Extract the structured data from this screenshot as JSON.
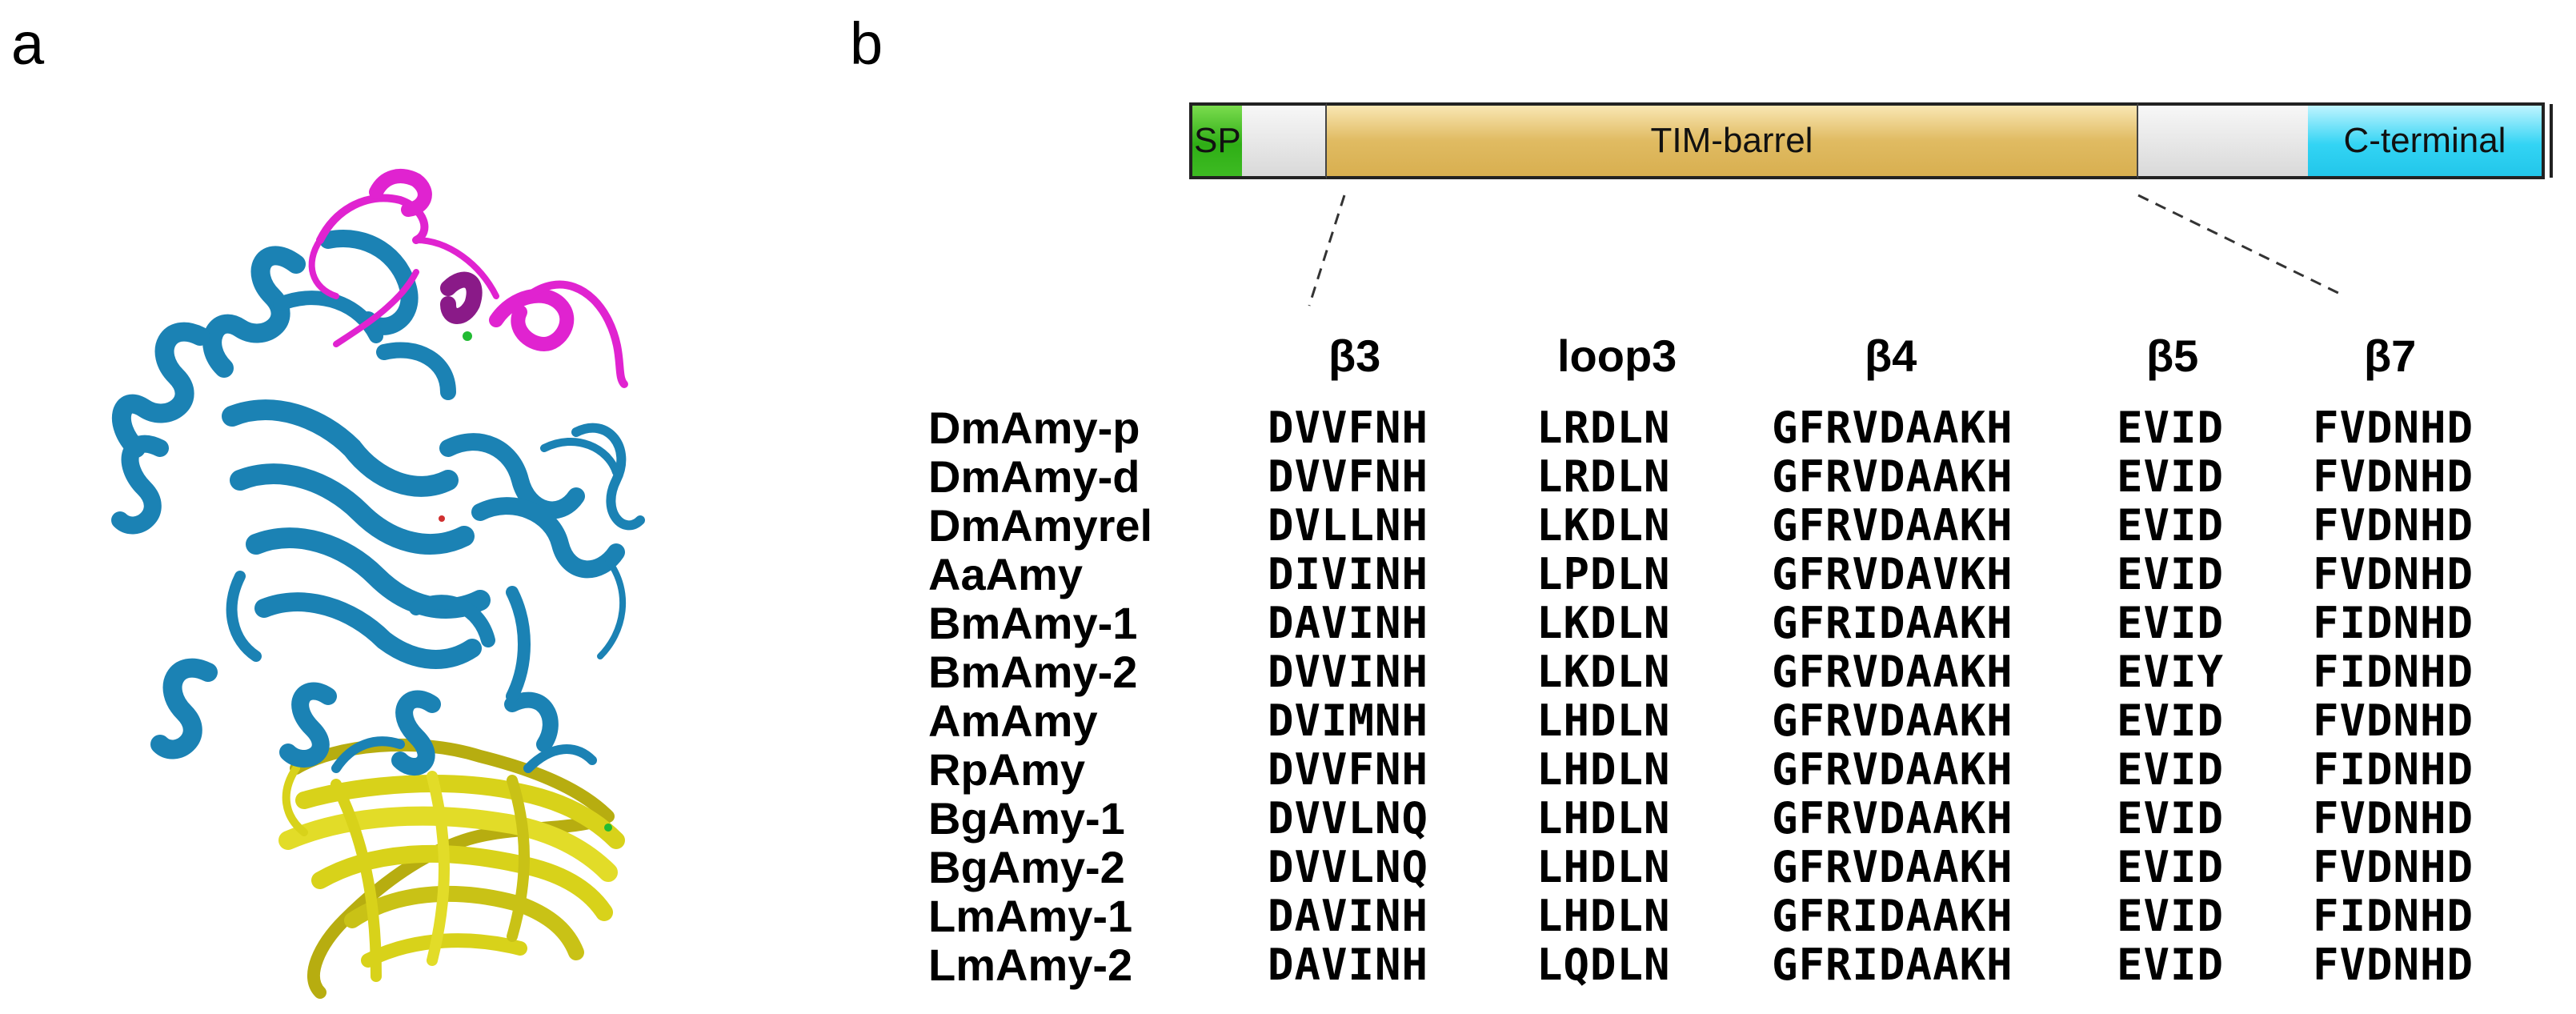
{
  "panels": {
    "a": "a",
    "b": "b"
  },
  "protein": {
    "colors": {
      "n_domain": "#1b82b4",
      "b_domain": "#e023d0",
      "c_domain": "#d8d21a",
      "ion": "#22bb33"
    }
  },
  "domain_bar": {
    "sp_label": "SP",
    "tim_label": "TIM-barrel",
    "cterm_label": "C-terminal",
    "colors": {
      "sp": "#2fae16",
      "tim": "#e0bb62",
      "cterm": "#33d4f4",
      "gap": "#d9d9d9"
    }
  },
  "alignment": {
    "headers": [
      "β3",
      "loop3",
      "β4",
      "β5",
      "β7"
    ],
    "rows": [
      {
        "name": "DmAmy-p",
        "seqs": [
          "DVVFNH",
          "LRDLN",
          "GFRVDAAKH",
          "EVID",
          "FVDNHD"
        ]
      },
      {
        "name": "DmAmy-d",
        "seqs": [
          "DVVFNH",
          "LRDLN",
          "GFRVDAAKH",
          "EVID",
          "FVDNHD"
        ]
      },
      {
        "name": "DmAmyrel",
        "seqs": [
          "DVLLNH",
          "LKDLN",
          "GFRVDAAKH",
          "EVID",
          "FVDNHD"
        ]
      },
      {
        "name": "AaAmy",
        "seqs": [
          "DIVINH",
          "LPDLN",
          "GFRVDAVKH",
          "EVID",
          "FVDNHD"
        ]
      },
      {
        "name": "BmAmy-1",
        "seqs": [
          "DAVINH",
          "LKDLN",
          "GFRIDAAKH",
          "EVID",
          "FIDNHD"
        ]
      },
      {
        "name": "BmAmy-2",
        "seqs": [
          "DVVINH",
          "LKDLN",
          "GFRVDAAKH",
          "EVIY",
          "FIDNHD"
        ]
      },
      {
        "name": "AmAmy",
        "seqs": [
          "DVIMNH",
          "LHDLN",
          "GFRVDAAKH",
          "EVID",
          "FVDNHD"
        ]
      },
      {
        "name": "RpAmy",
        "seqs": [
          "DVVFNH",
          "LHDLN",
          "GFRVDAAKH",
          "EVID",
          "FIDNHD"
        ]
      },
      {
        "name": "BgAmy-1",
        "seqs": [
          "DVVLNQ",
          "LHDLN",
          "GFRVDAAKH",
          "EVID",
          "FVDNHD"
        ]
      },
      {
        "name": "BgAmy-2",
        "seqs": [
          "DVVLNQ",
          "LHDLN",
          "GFRVDAAKH",
          "EVID",
          "FVDNHD"
        ]
      },
      {
        "name": "LmAmy-1",
        "seqs": [
          "DAVINH",
          "LHDLN",
          "GFRIDAAKH",
          "EVID",
          "FIDNHD"
        ]
      },
      {
        "name": "LmAmy-2",
        "seqs": [
          "DAVINH",
          "LQDLN",
          "GFRIDAAKH",
          "EVID",
          "FVDNHD"
        ]
      }
    ]
  }
}
